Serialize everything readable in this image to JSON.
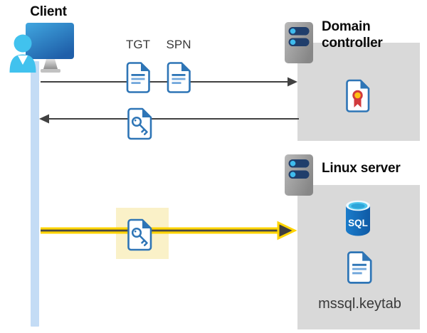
{
  "diagram": {
    "client": {
      "label": "Client"
    },
    "domain_controller": {
      "label": "Domain controller"
    },
    "linux_server": {
      "label": "Linux server",
      "keytab_label": "mssql.keytab"
    },
    "flows": [
      {
        "name": "ticket-request",
        "direction": "client-to-domain-controller",
        "ticket_labels": [
          "TGT",
          "SPN"
        ]
      },
      {
        "name": "service-ticket-response",
        "direction": "domain-controller-to-client",
        "ticket": "key-document"
      },
      {
        "name": "kerberos-auth-to-sql",
        "direction": "client-to-linux-server",
        "ticket": "key-document",
        "highlighted": true
      }
    ],
    "icons": {
      "client": "user-at-computer-icon",
      "domain_controller": "server-icon",
      "linux_server": "server-icon",
      "tgt": "document-icon",
      "spn": "document-icon",
      "service_ticket": "key-document-icon",
      "certificate": "certificate-icon",
      "sql": "sql-database-icon",
      "keytab": "document-icon"
    },
    "colors": {
      "accent_yellow": "#FFD400",
      "highlight_fill": "#FAF1C8",
      "entity_box_gray": "#D9D9D9",
      "doc_blue": "#2E75B6",
      "timeline_blue": "#C4DCF5",
      "arrow_gray": "#414141"
    }
  }
}
